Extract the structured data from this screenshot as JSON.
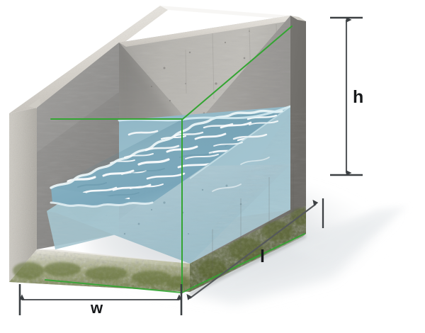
{
  "figure": {
    "title": "Rectangular concrete water tank volume diagram",
    "subject": "open-top rectangular concrete tank partially filled with water",
    "background_color": "#ffffff"
  },
  "dimensions": {
    "height": {
      "label": "h",
      "name": "height",
      "orientation": "vertical",
      "arrow_style": "double-headed",
      "side": "right"
    },
    "length": {
      "label": "l",
      "name": "length",
      "orientation": "diagonal",
      "arrow_style": "double-headed",
      "side": "bottom-right"
    },
    "width": {
      "label": "w",
      "name": "width",
      "orientation": "horizontal",
      "arrow_style": "double-headed",
      "side": "bottom"
    }
  },
  "colors": {
    "dimension_line": "#3c4043",
    "guide_line": "#33a532",
    "concrete_light": "#d8d5cf",
    "concrete_mid": "#a9a7a3",
    "concrete_dark": "#8c8a87",
    "concrete_shadow": "#6f6e6c",
    "water_surface": "#7ba7b9",
    "water_highlight": "#ffffff",
    "water_submerged": "#a9c7d1",
    "moss_green": "#6d7a3c",
    "ground_shadow": "#e4e6e8"
  },
  "guides": {
    "description": "green construction lines marking interior box edges",
    "segments": [
      {
        "name": "horizontal-water-level-guide"
      },
      {
        "name": "vertical-corner-guide"
      },
      {
        "name": "diagonal-top-edge-guide"
      },
      {
        "name": "bottom-front-edge-guide"
      },
      {
        "name": "bottom-right-edge-guide"
      }
    ]
  },
  "parts": {
    "left_wall": "left-concrete-wall",
    "back_wall": "back-concrete-wall",
    "right_wall": "right-concrete-wall",
    "floor": "tank-floor",
    "water_body": "water-volume",
    "water_surface": "water-surface-plane",
    "moss_band": "algae-growth-band",
    "shadow": "cast-shadow"
  }
}
